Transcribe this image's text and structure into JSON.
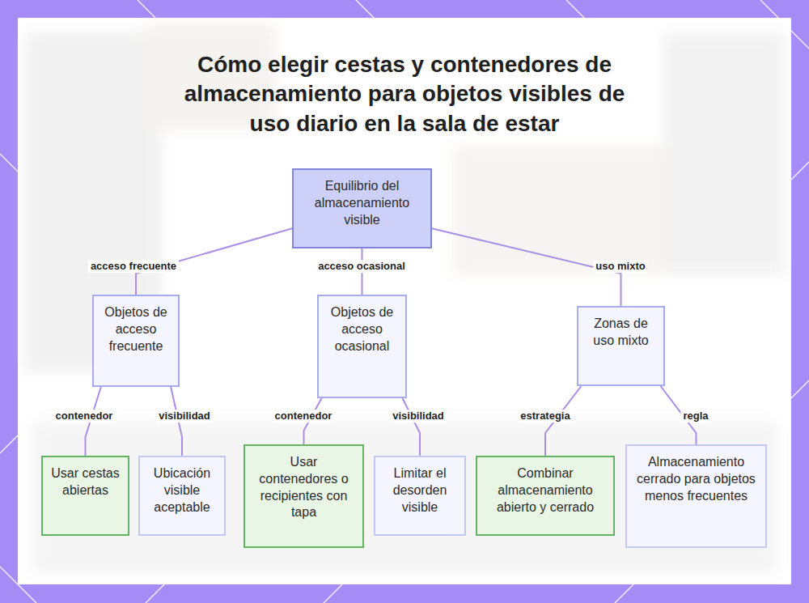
{
  "diagram": {
    "title": "Cómo elegir cestas y contenedores de almacenamiento para objetos visibles de uso diario en la sala de estar",
    "nodes": [
      {
        "text": [
          "Equilibrio del almacenamiento visible"
        ]
      },
      {
        "text": [
          "Objetos de acceso frecuente"
        ]
      },
      {
        "text": [
          "Objetos de acceso ocasional"
        ]
      },
      {
        "text": [
          "Zonas de uso mixto"
        ]
      },
      {
        "text": [
          "Usar cestas abiertas"
        ]
      },
      {
        "text": [
          "Ubicación visible aceptable"
        ]
      },
      {
        "text": [
          "Usar contenedores o recipientes con tapa"
        ]
      },
      {
        "text": [
          "Limitar el desorden visible"
        ]
      },
      {
        "text": [
          "Combinar almacenamiento abierto y cerrado"
        ]
      },
      {
        "text": [
          "Almacenamiento cerrado para objetos menos frecuentes"
        ]
      }
    ],
    "edges": [
      {
        "from": 0,
        "to": 1,
        "label": "acceso frecuente",
        "arrow": "none"
      },
      {
        "from": 0,
        "to": 2,
        "label": "acceso ocasional",
        "arrow": "none"
      },
      {
        "from": 0,
        "to": 3,
        "label": "uso mixto",
        "arrow": "none"
      },
      {
        "from": 1,
        "to": 4,
        "label": "contenedor",
        "arrow": "none"
      },
      {
        "from": 1,
        "to": 5,
        "label": "visibilidad",
        "arrow": "none"
      },
      {
        "from": 2,
        "to": 6,
        "label": "contenedor",
        "arrow": "none"
      },
      {
        "from": 2,
        "to": 7,
        "label": "visibilidad",
        "arrow": "none"
      },
      {
        "from": 3,
        "to": 8,
        "label": "estrategia",
        "arrow": "none"
      },
      {
        "from": 3,
        "to": 9,
        "label": "regla",
        "arrow": "none"
      }
    ]
  }
}
